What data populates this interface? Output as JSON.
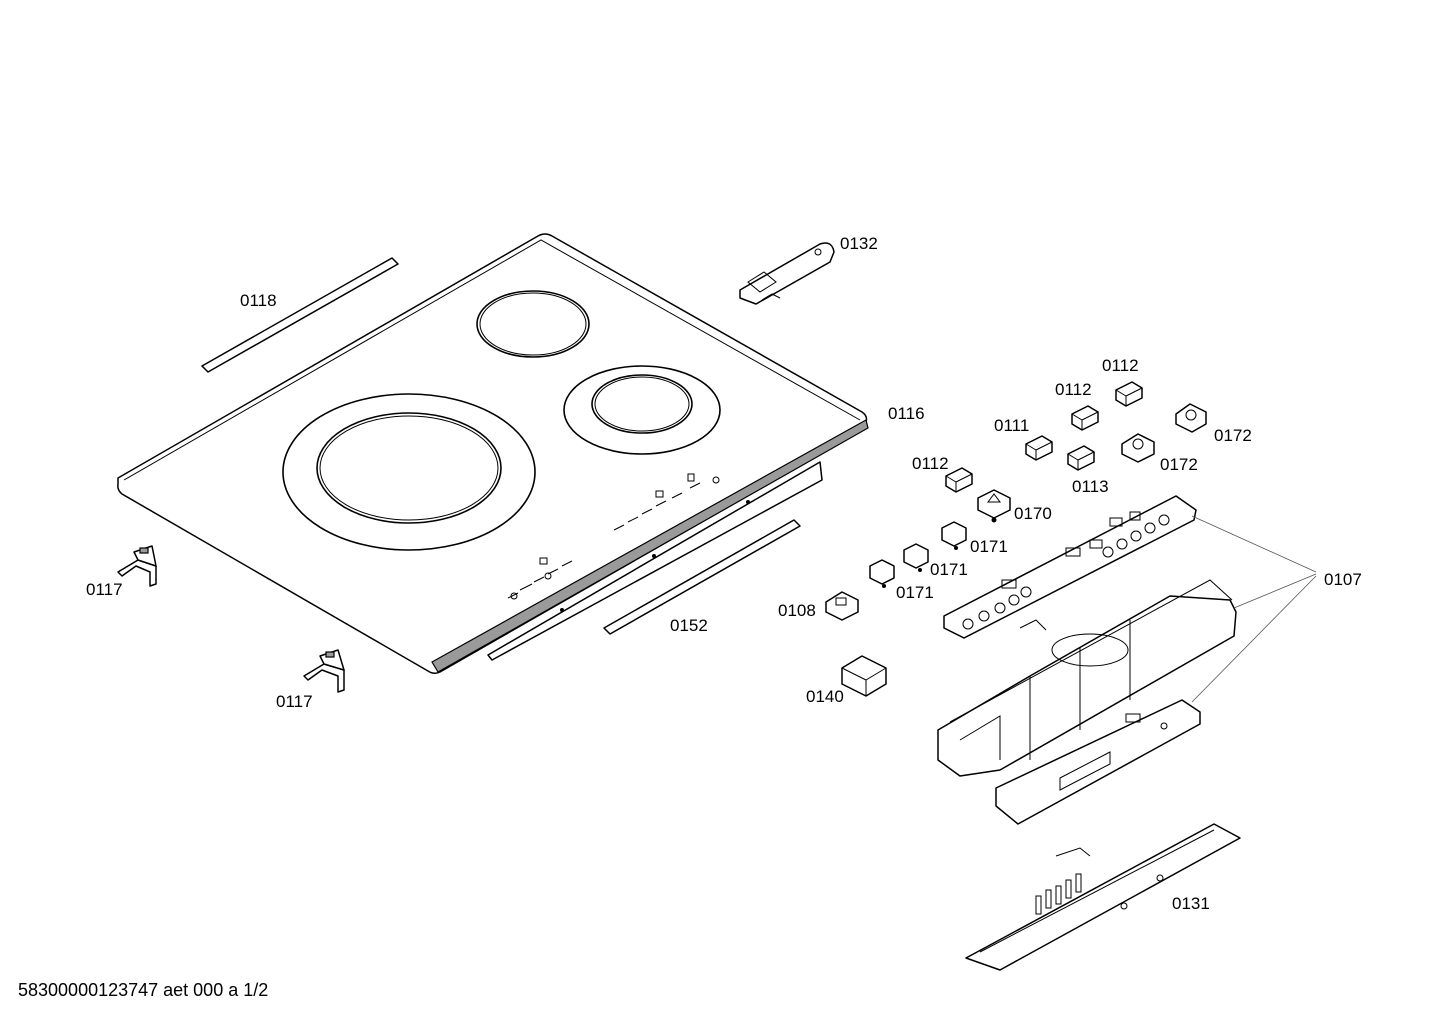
{
  "labels": {
    "p0132": "0132",
    "p0118": "0118",
    "p0116": "0116",
    "p0112a": "0112",
    "p0112b": "0112",
    "p0112c": "0112",
    "p0111": "0111",
    "p0113": "0113",
    "p0172a": "0172",
    "p0172b": "0172",
    "p0170": "0170",
    "p0171a": "0171",
    "p0171b": "0171",
    "p0171c": "0171",
    "p0107": "0107",
    "p0108": "0108",
    "p0152": "0152",
    "p0117a": "0117",
    "p0117b": "0117",
    "p0140": "0140",
    "p0131": "0131"
  },
  "footer": "58300000123747 aet 000 a 1/2"
}
